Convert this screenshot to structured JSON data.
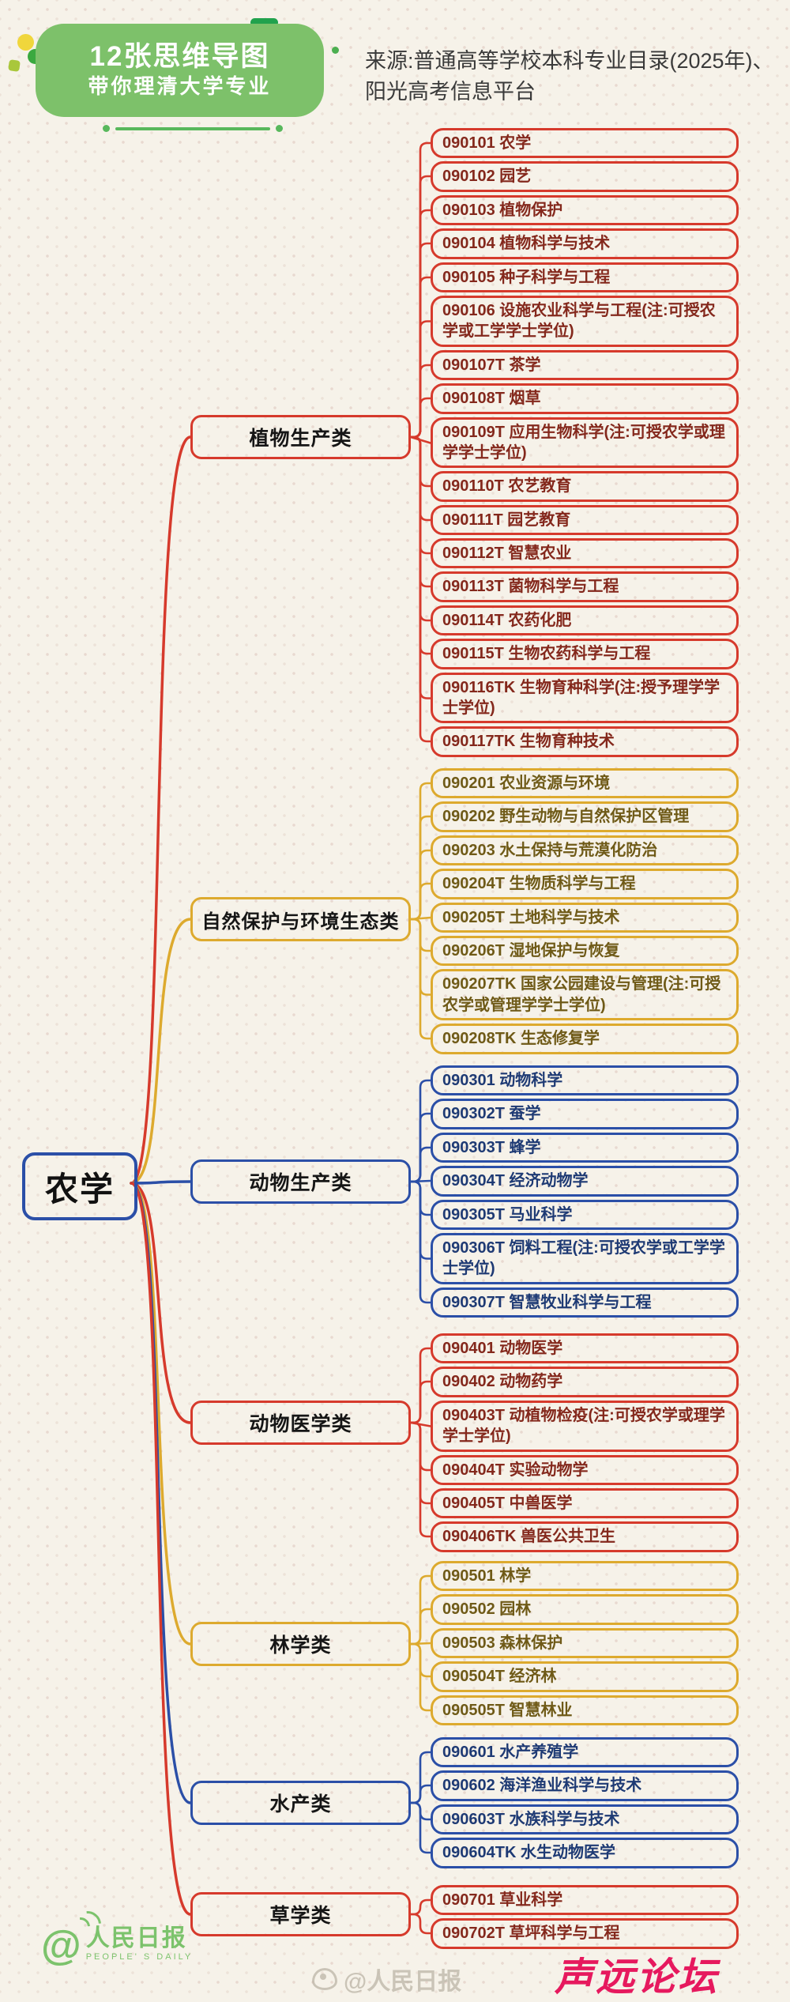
{
  "header": {
    "badge": {
      "line1": "12张思维导图",
      "line2": "带你理清大学专业"
    },
    "source": {
      "line1": "来源:普通高等学校本科专业目录(2025年)、",
      "line2": "阳光高考信息平台"
    }
  },
  "colors": {
    "background": "#f6f2e9",
    "badge_green": "#7dc16a",
    "red": "#d63a2c",
    "yellow": "#ddaa2e",
    "blue": "#2b4fa7",
    "red_text": "#84281c",
    "yellow_text": "#6f5a17",
    "blue_text": "#1e3a74",
    "logo_green": "#67bb57",
    "watermark_pink": "#e6195e"
  },
  "mindmap": {
    "root": "农学",
    "branches": [
      {
        "label": "植物生产类",
        "color": "red",
        "items": [
          "090101 农学",
          "090102 园艺",
          "090103 植物保护",
          "090104 植物科学与技术",
          "090105 种子科学与工程",
          "090106 设施农业科学与工程(注:可授农学或工学学士学位)",
          "090107T 茶学",
          "090108T 烟草",
          "090109T 应用生物科学(注:可授农学或理学学士学位)",
          "090110T 农艺教育",
          "090111T 园艺教育",
          "090112T 智慧农业",
          "090113T 菌物科学与工程",
          "090114T 农药化肥",
          "090115T 生物农药科学与工程",
          "090116TK 生物育种科学(注:授予理学学士学位)",
          "090117TK 生物育种技术"
        ]
      },
      {
        "label": "自然保护与环境生态类",
        "color": "yellow",
        "items": [
          "090201 农业资源与环境",
          "090202 野生动物与自然保护区管理",
          "090203 水土保持与荒漠化防治",
          "090204T 生物质科学与工程",
          "090205T 土地科学与技术",
          "090206T 湿地保护与恢复",
          "090207TK 国家公园建设与管理(注:可授农学或管理学学士学位)",
          "090208TK 生态修复学"
        ]
      },
      {
        "label": "动物生产类",
        "color": "blue",
        "items": [
          "090301 动物科学",
          "090302T 蚕学",
          "090303T 蜂学",
          "090304T 经济动物学",
          "090305T 马业科学",
          "090306T 饲料工程(注:可授农学或工学学士学位)",
          "090307T 智慧牧业科学与工程"
        ]
      },
      {
        "label": "动物医学类",
        "color": "red",
        "items": [
          "090401 动物医学",
          "090402 动物药学",
          "090403T 动植物检疫(注:可授农学或理学学士学位)",
          "090404T 实验动物学",
          "090405T 中兽医学",
          "090406TK 兽医公共卫生"
        ]
      },
      {
        "label": "林学类",
        "color": "yellow",
        "items": [
          "090501 林学",
          "090502 园林",
          "090503 森林保护",
          "090504T 经济林",
          "090505T 智慧林业"
        ]
      },
      {
        "label": "水产类",
        "color": "blue",
        "items": [
          "090601 水产养殖学",
          "090602 海洋渔业科学与技术",
          "090603T 水族科学与技术",
          "090604TK 水生动物医学"
        ]
      },
      {
        "label": "草学类",
        "color": "red",
        "items": [
          "090701 草业科学",
          "090702T 草坪科学与工程"
        ]
      }
    ]
  },
  "footer": {
    "peoples_daily": {
      "at": "@",
      "cn": "人民日报",
      "en": "PEOPLE' S DAILY"
    },
    "weibo_credit": "@人民日报",
    "forum_watermark": "声远论坛"
  }
}
